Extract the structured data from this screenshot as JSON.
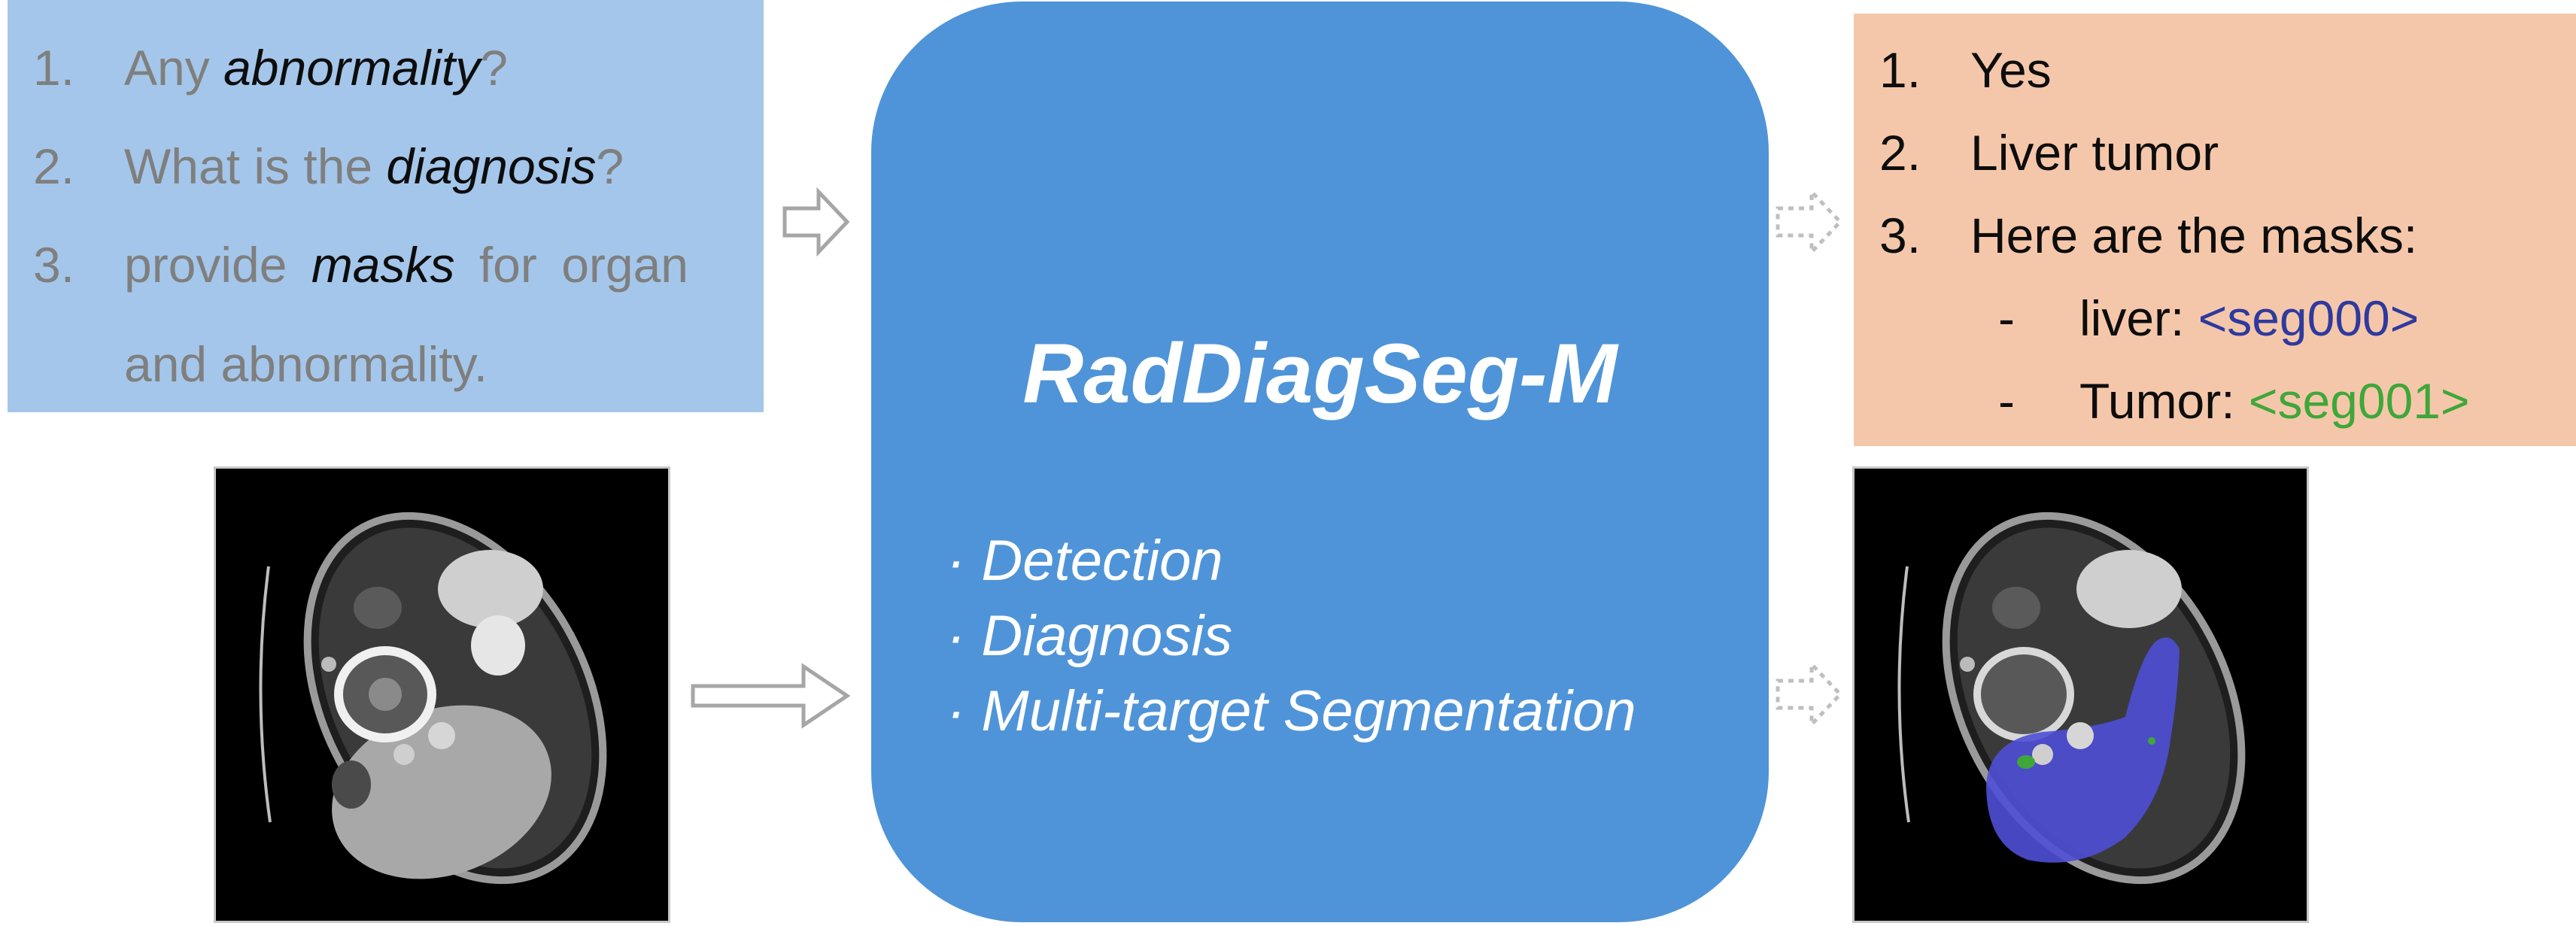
{
  "questions": [
    {
      "num": "1.",
      "before": "Any ",
      "em": "abnormality",
      "after": "?"
    },
    {
      "num": "2.",
      "before": "What is the ",
      "em": "diagnosis",
      "after": "?"
    },
    {
      "num": "3.",
      "before": "provide ",
      "em": "masks",
      "after": " for organ"
    },
    {
      "num": "",
      "before": "and abnormality.",
      "em": "",
      "after": ""
    }
  ],
  "model": {
    "title": "RadDiagSeg-M",
    "capabilities": [
      "· Detection",
      "· Diagnosis",
      "· Multi-target Segmentation"
    ]
  },
  "answers": {
    "items": [
      {
        "num": "1.",
        "text": "Yes"
      },
      {
        "num": "2.",
        "text": "Liver tumor"
      },
      {
        "num": "3.",
        "text": "Here are the masks:"
      }
    ],
    "masks": [
      {
        "dash": "-",
        "label": "liver: ",
        "token": "<seg000>"
      },
      {
        "dash": "-",
        "label": "Tumor: ",
        "token": "<seg001>"
      }
    ]
  },
  "colors": {
    "question_panel": "#a4c6ea",
    "model_block": "#4f94d8",
    "answer_panel": "#f5c7aa",
    "liver_mask": "#4f4fd6",
    "tumor_mask": "#3fa73a",
    "seg000_text": "#2e3a9e",
    "seg001_text": "#3fa73a"
  }
}
